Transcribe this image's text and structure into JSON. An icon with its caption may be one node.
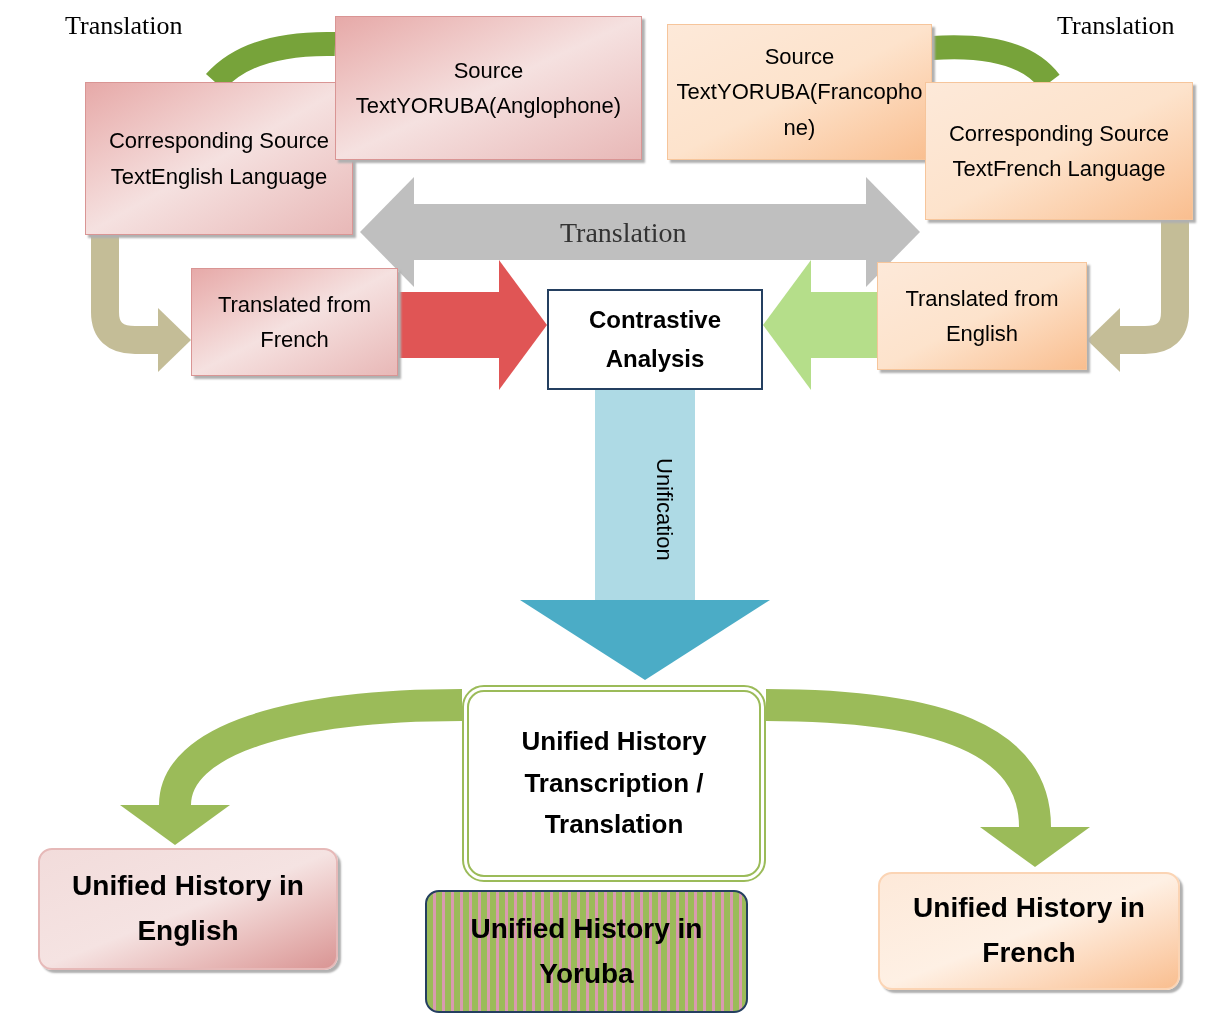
{
  "diagram": {
    "nodes": [
      {
        "text": [
          "Corresponding Source TextEnglish Language"
        ]
      },
      {
        "text": [
          "Source TextYORUBA(Anglophone)"
        ]
      },
      {
        "text": [
          "Source TextYORUBA(Francophone)"
        ]
      },
      {
        "text": [
          "Corresponding Source TextFrench Language"
        ]
      },
      {
        "text": [
          "Translated from French"
        ]
      },
      {
        "text": [
          "Contrastive Analysis"
        ]
      },
      {
        "text": [
          "Translated from English"
        ]
      },
      {
        "text": [
          "Unified History Transcription / Translation"
        ]
      },
      {
        "text": [
          "Unified History in English"
        ]
      },
      {
        "text": [
          "Unified History in Yoruba"
        ]
      },
      {
        "text": [
          "Unified History in French"
        ]
      }
    ],
    "edges": [
      {
        "from": 0,
        "to": 1,
        "arrow": "none",
        "color": "#77a33a"
      },
      {
        "from": 2,
        "to": 3,
        "arrow": "none",
        "color": "#77a33a"
      },
      {
        "from": 0,
        "to": 4,
        "arrow": "to",
        "color": "#c4bd97"
      },
      {
        "from": 3,
        "to": 6,
        "arrow": "to",
        "color": "#c4bd97"
      },
      {
        "from": 0,
        "to": 3,
        "arrow": "both",
        "label": "Translation",
        "color": "#bfbfbf"
      },
      {
        "from": 4,
        "to": 5,
        "arrow": "to",
        "style": "thick",
        "color": "#e05555"
      },
      {
        "from": 6,
        "to": 5,
        "arrow": "to",
        "style": "thick",
        "color": "#b5de8a"
      },
      {
        "from": 5,
        "to": 7,
        "arrow": "to",
        "label": "Unification",
        "style": "thick",
        "color": "#4bacc6"
      },
      {
        "from": 7,
        "to": 8,
        "arrow": "to",
        "color": "#9bbb59"
      },
      {
        "from": 7,
        "to": 10,
        "arrow": "to",
        "color": "#9bbb59"
      }
    ],
    "labels": [
      "Translation",
      "Translation"
    ]
  }
}
